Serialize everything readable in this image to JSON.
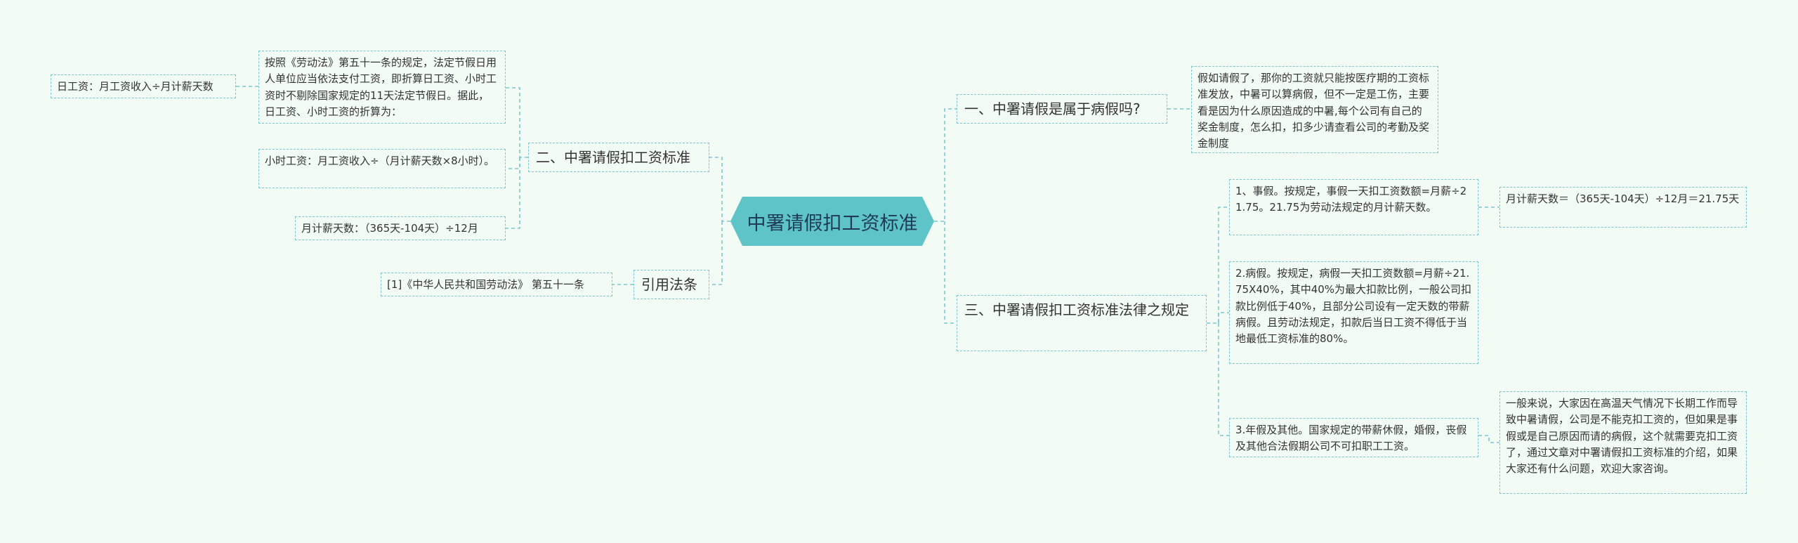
{
  "center": "中署请假扣工资标准",
  "left": {
    "branch1": {
      "label": "二、中署请假扣工资标准",
      "rule": "按照《劳动法》第五十一条的规定，法定节假日用人单位应当依法支付工资，即折算日工资、小时工资时不剔除国家规定的11天法定节假日。据此，日工资、小时工资的折算为：",
      "daily": "日工资：月工资收入÷月计薪天数",
      "hourly": "小时工资：月工资收入÷（月计薪天数×8小时）。",
      "monthly_days": "月计薪天数：（365天-104天）÷12月"
    },
    "branch2": {
      "label": "引用法条",
      "law": "[1]《中华人民共和国劳动法》 第五十一条"
    }
  },
  "right": {
    "branch1": {
      "label": "一、中署请假是属于病假吗?",
      "text": "假如请假了，那你的工资就只能按医疗期的工资标准发放，中暑可以算病假，但不一定是工伤，主要看是因为什么原因造成的中暑,每个公司有自己的奖金制度，怎么扣，扣多少请查看公司的考勤及奖金制度"
    },
    "branch2": {
      "label": "三、中署请假扣工资标准法律之规定",
      "item1": "1、事假。按规定，事假一天扣工资数额=月薪÷21.75。21.75为劳动法规定的月计薪天数。",
      "item1_detail": "月计薪天数＝（365天-104天）÷12月＝21.75天",
      "item2": "2.病假。按规定，病假一天扣工资数额=月薪÷21.75X40%，其中40%为最大扣款比例，一般公司扣款比例低于40%，且部分公司设有一定天数的带薪病假。且劳动法规定，扣款后当日工资不得低于当地最低工资标准的80%。",
      "item3": "3.年假及其他。国家规定的带薪休假，婚假，丧假及其他合法假期公司不可扣职工工资。",
      "item3_detail": "一般来说，大家因在高温天气情况下长期工作而导致中暑请假，公司是不能克扣工资的，但如果是事假或是自己原因而请的病假，这个就需要克扣工资了，通过文章对中署请假扣工资标准的介绍，如果大家还有什么问题，欢迎大家咨询。"
    }
  }
}
